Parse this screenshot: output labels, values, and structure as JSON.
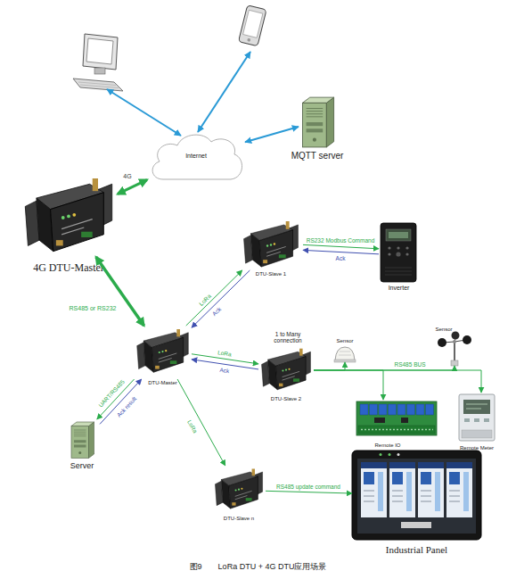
{
  "diagram": {
    "caption": "图9　　LoRa DTU + 4G DTU应用场景",
    "nodes": [
      {
        "text": [
          "Internet"
        ]
      },
      {
        "text": [
          "MQTT server"
        ]
      },
      {
        "text": [
          "4G DTU-Master"
        ]
      },
      {
        "text": [
          "DTU-Slave 1"
        ]
      },
      {
        "text": [
          "Inverter"
        ]
      },
      {
        "text": [
          "DTU-Master"
        ]
      },
      {
        "text": [
          "DTU-Slave 2"
        ]
      },
      {
        "text": [
          "Sensor"
        ]
      },
      {
        "text": [
          "Sensor"
        ]
      },
      {
        "text": [
          "Remote IO"
        ]
      },
      {
        "text": [
          "Remote Meter"
        ]
      },
      {
        "text": [
          "Server"
        ]
      },
      {
        "text": [
          "DTU-Slave n"
        ]
      },
      {
        "text": [
          "Industrial Panel"
        ]
      }
    ],
    "edges": [
      {
        "from": 1,
        "to": 0,
        "arrow": "both"
      },
      {
        "from": 2,
        "to": 0,
        "label": "4G",
        "arrow": "both"
      },
      {
        "from": 2,
        "to": 5,
        "label": "RS485 or RS232",
        "arrow": "both"
      },
      {
        "from": 5,
        "to": 3,
        "label": "LoRa",
        "arrow": "to"
      },
      {
        "from": 3,
        "to": 5,
        "label": "Ack",
        "arrow": "to"
      },
      {
        "from": 3,
        "to": 4,
        "label": "RS232 Modbus Command",
        "arrow": "to"
      },
      {
        "from": 4,
        "to": 3,
        "label": "Ack",
        "arrow": "to"
      },
      {
        "from": 5,
        "to": 6,
        "label": "LoRa",
        "arrow": "to"
      },
      {
        "from": 6,
        "to": 5,
        "label": "Ack",
        "arrow": "to"
      },
      {
        "from": 6,
        "to": 7,
        "arrow": "to"
      },
      {
        "from": 6,
        "to": 8,
        "arrow": "to"
      },
      {
        "from": 6,
        "to": 9,
        "label": "RS485 BUS",
        "arrow": "to"
      },
      {
        "from": 6,
        "to": 10,
        "arrow": "to"
      },
      {
        "from": 5,
        "to": 11,
        "label": "UART/RS485",
        "arrow": "to"
      },
      {
        "from": 11,
        "to": 5,
        "label": "Ack result",
        "arrow": "to"
      },
      {
        "from": 5,
        "to": 12,
        "label": "LoRa",
        "arrow": "to"
      },
      {
        "from": 12,
        "to": 13,
        "label": "RS485 update command",
        "arrow": "to"
      }
    ],
    "labels": [
      "1 to Many connection"
    ]
  }
}
